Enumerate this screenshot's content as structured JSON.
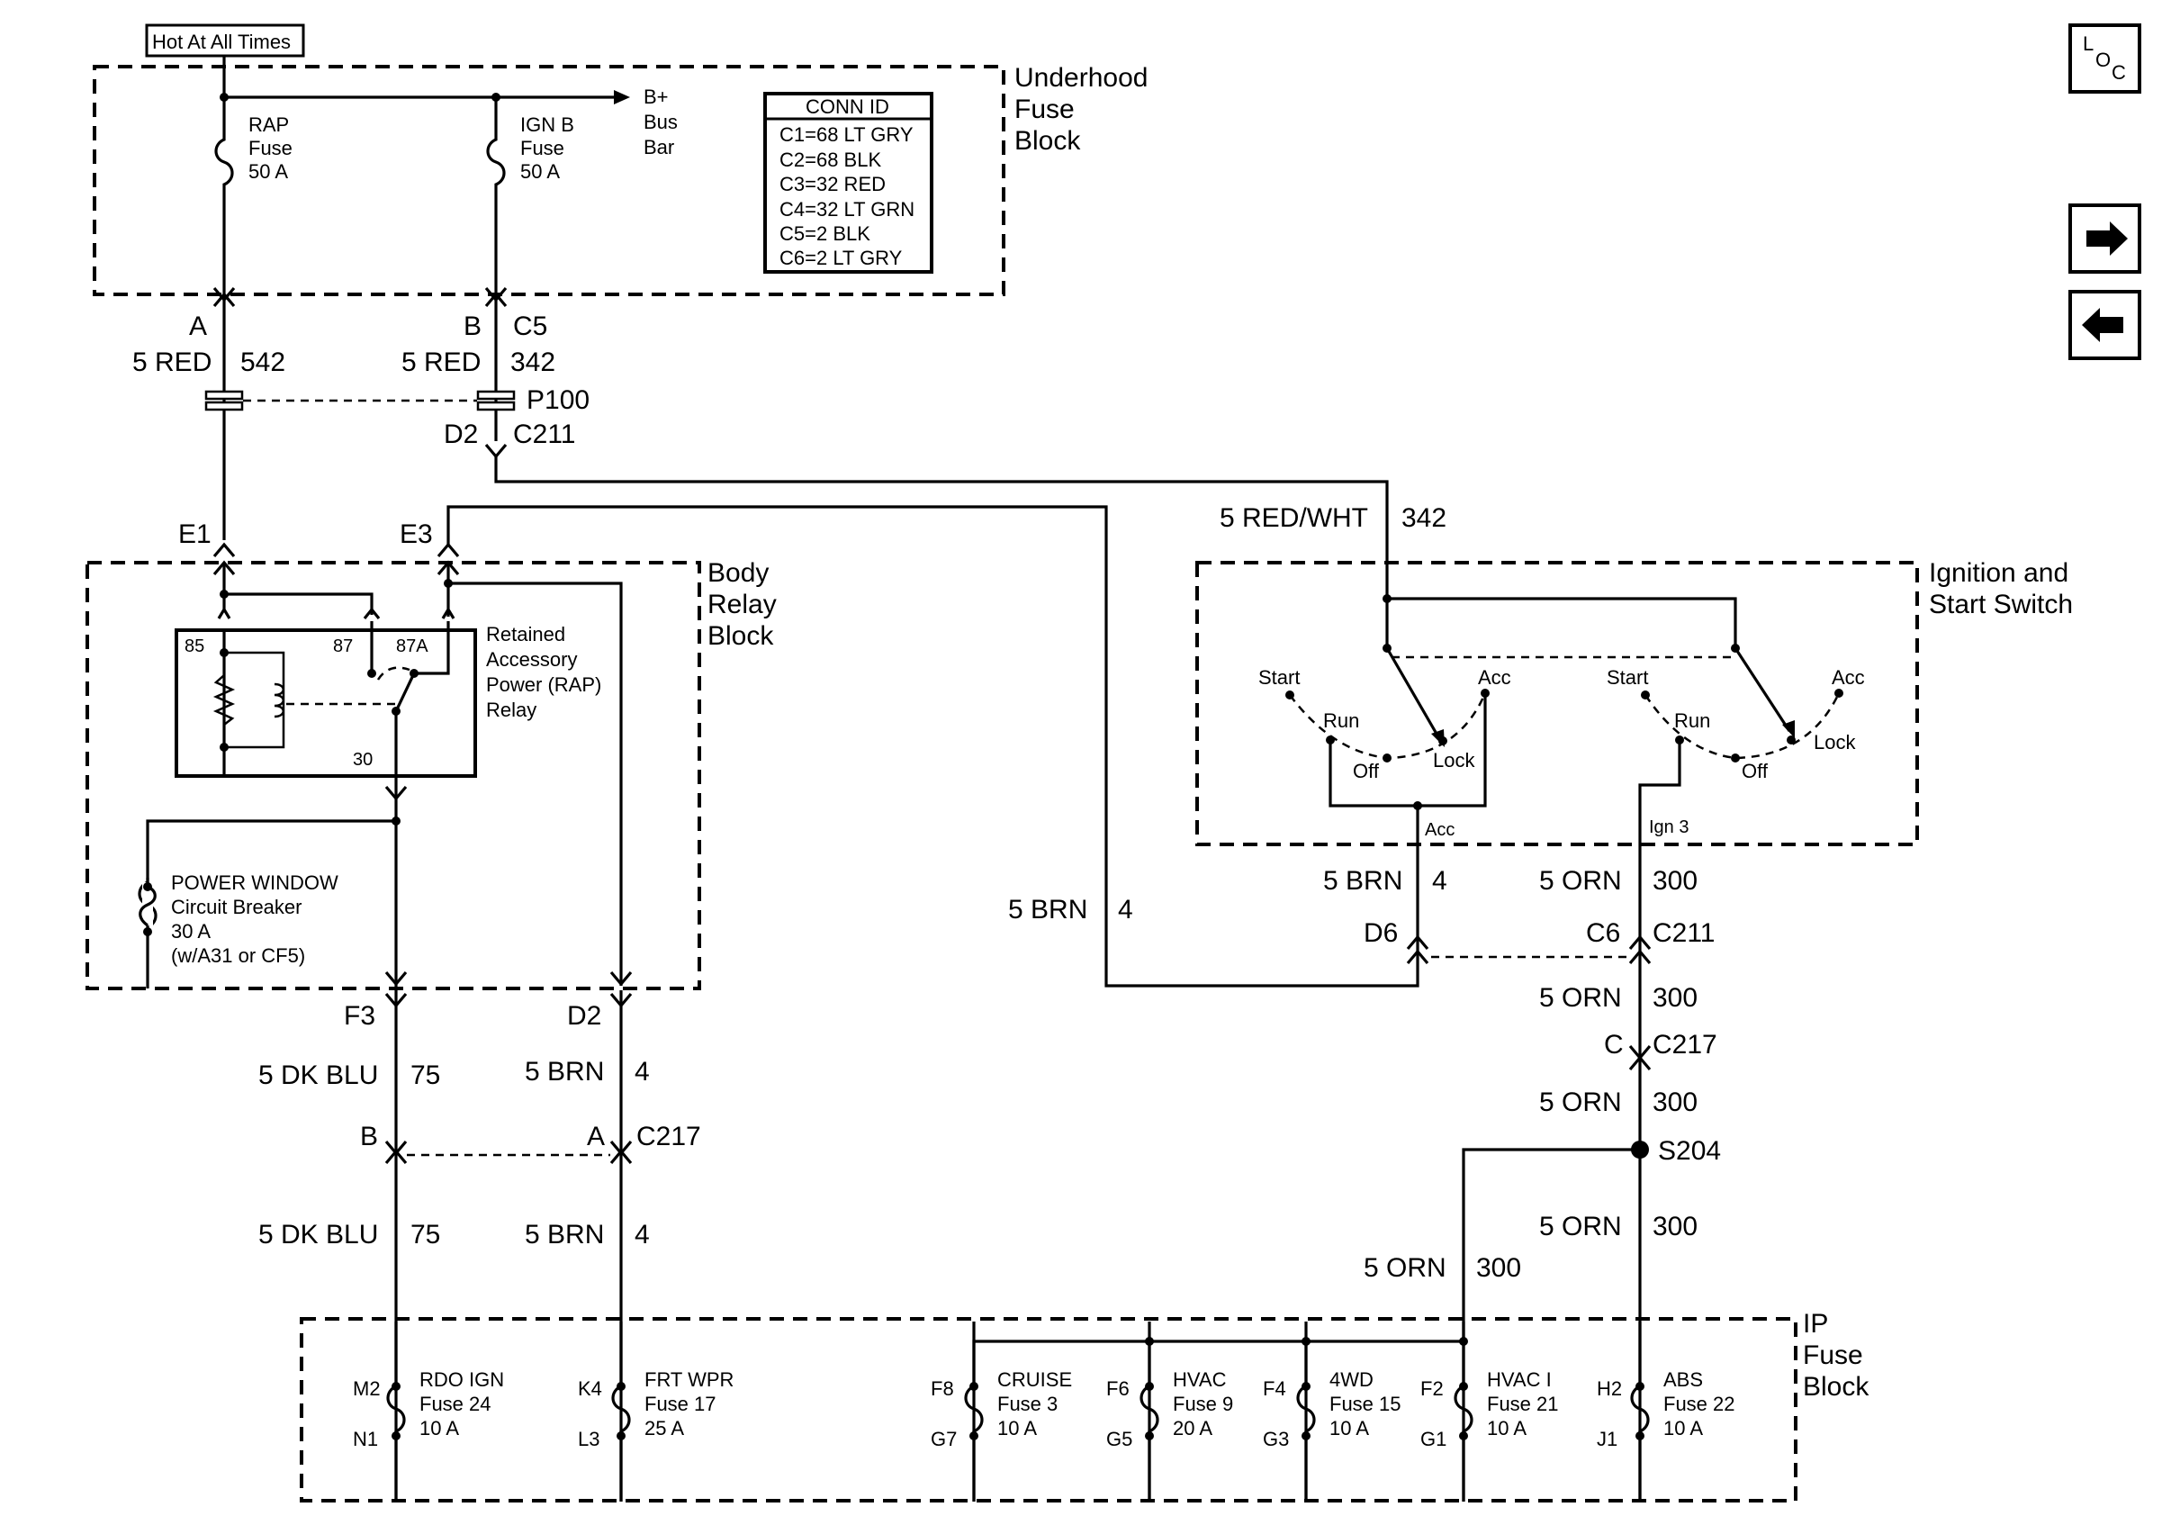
{
  "source": {
    "label": "Hot At All Times"
  },
  "underhood": {
    "title": [
      "Underhood",
      "Fuse",
      "Block"
    ],
    "rap_fuse": [
      "RAP",
      "Fuse",
      "50 A"
    ],
    "ignb_fuse": [
      "IGN B",
      "Fuse",
      "50 A"
    ],
    "busbar": [
      "B+",
      "Bus",
      "Bar"
    ],
    "conn_id": {
      "title": "CONN ID",
      "rows": [
        "C1=68 LT GRY",
        "C2=68 BLK",
        "C3=32 RED",
        "C4=32 LT GRN",
        "C5=2 BLK",
        "C6=2 LT GRY"
      ]
    }
  },
  "connectors": {
    "a": "A",
    "b": "B",
    "c5": "C5",
    "p100": "P100",
    "d2_top": "D2",
    "c211_top": "C211",
    "e1": "E1",
    "e3": "E3",
    "f3": "F3",
    "d2_mid": "D2",
    "b217": "B",
    "a217": "A",
    "c217_left": "C217",
    "d6": "D6",
    "c6": "C6",
    "c211_right": "C211",
    "c_217": "C",
    "c217_right": "C217",
    "s204": "S204"
  },
  "wires": {
    "red_542": {
      "color": "5 RED",
      "num": "542"
    },
    "red_342": {
      "color": "5 RED",
      "num": "342"
    },
    "redwht_342": {
      "color": "5 RED/WHT",
      "num": "342"
    },
    "brn_4_long": {
      "color": "5 BRN",
      "num": "4"
    },
    "brn_4_acc": {
      "color": "5 BRN",
      "num": "4"
    },
    "orn_300_a": {
      "color": "5 ORN",
      "num": "300"
    },
    "orn_300_b": {
      "color": "5 ORN",
      "num": "300"
    },
    "orn_300_c": {
      "color": "5 ORN",
      "num": "300"
    },
    "orn_300_d": {
      "color": "5 ORN",
      "num": "300"
    },
    "orn_300_e": {
      "color": "5 ORN",
      "num": "300"
    },
    "dkblu_75_a": {
      "color": "5 DK BLU",
      "num": "75"
    },
    "brn_4_a": {
      "color": "5 BRN",
      "num": "4"
    },
    "dkblu_75_b": {
      "color": "5 DK BLU",
      "num": "75"
    },
    "brn_4_b": {
      "color": "5 BRN",
      "num": "4"
    }
  },
  "body_relay": {
    "title": [
      "Body",
      "Relay",
      "Block"
    ],
    "relay_label": [
      "Retained",
      "Accessory",
      "Power (RAP)",
      "Relay"
    ],
    "pins": {
      "p85": "85",
      "p87": "87",
      "p87a": "87A",
      "p30": "30"
    },
    "breaker": [
      "POWER WINDOW",
      "Circuit Breaker",
      "30 A",
      "(w/A31 or CF5)"
    ]
  },
  "ignition": {
    "title": [
      "Ignition and",
      "Start Switch"
    ],
    "left": {
      "start": "Start",
      "run": "Run",
      "off": "Off",
      "lock": "Lock",
      "acc": "Acc"
    },
    "right": {
      "start": "Start",
      "run": "Run",
      "off": "Off",
      "lock": "Lock",
      "acc": "Acc"
    },
    "acc_out": "Acc",
    "ign3_out": "Ign 3"
  },
  "ip_fuse": {
    "title": [
      "IP",
      "Fuse",
      "Block"
    ],
    "fuses": [
      {
        "in": "M2",
        "out": "N1",
        "name": "RDO IGN",
        "fuse": "Fuse 24",
        "amps": "10 A"
      },
      {
        "in": "K4",
        "out": "L3",
        "name": "FRT WPR",
        "fuse": "Fuse 17",
        "amps": "25 A"
      },
      {
        "in": "F8",
        "out": "G7",
        "name": "CRUISE",
        "fuse": "Fuse 3",
        "amps": "10 A"
      },
      {
        "in": "F6",
        "out": "G5",
        "name": "HVAC",
        "fuse": "Fuse 9",
        "amps": "20 A"
      },
      {
        "in": "F4",
        "out": "G3",
        "name": "4WD",
        "fuse": "Fuse 15",
        "amps": "10 A"
      },
      {
        "in": "F2",
        "out": "G1",
        "name": "HVAC I",
        "fuse": "Fuse 21",
        "amps": "10 A"
      },
      {
        "in": "H2",
        "out": "J1",
        "name": "ABS",
        "fuse": "Fuse 22",
        "amps": "10 A"
      }
    ]
  },
  "nav": {
    "loc": {
      "l": "L",
      "o": "O",
      "c": "C"
    },
    "next_icon": "arrow-right-icon",
    "prev_icon": "arrow-left-icon"
  }
}
